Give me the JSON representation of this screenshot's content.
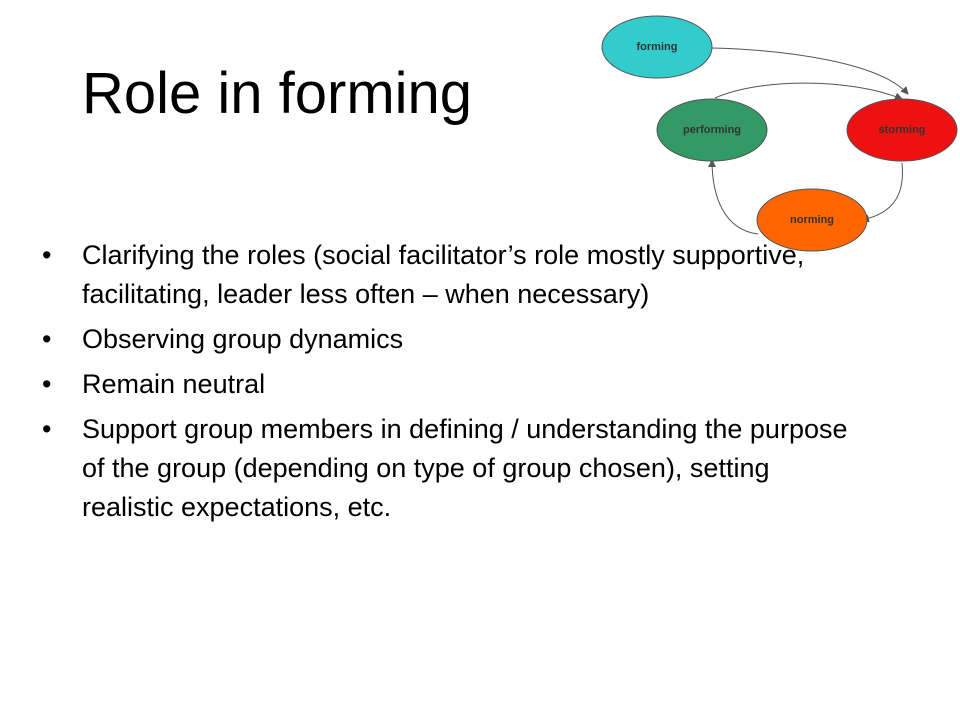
{
  "slide": {
    "title": "Role in forming",
    "bullets": [
      "Clarifying the roles (social facilitator’s role mostly supportive, facilitating, leader less often – when necessary)",
      "Observing group dynamics",
      "Remain neutral",
      "Support group members in defining / understanding the purpose of the group (depending on type of group chosen), setting realistic expectations, etc."
    ],
    "bullet_glyph": "•"
  },
  "diagram": {
    "stages": [
      {
        "label": "forming",
        "color": "#33cccc"
      },
      {
        "label": "storming",
        "color": "#ee1111"
      },
      {
        "label": "norming",
        "color": "#ff6600"
      },
      {
        "label": "performing",
        "color": "#339966"
      }
    ],
    "arrow_color": "#555555"
  }
}
